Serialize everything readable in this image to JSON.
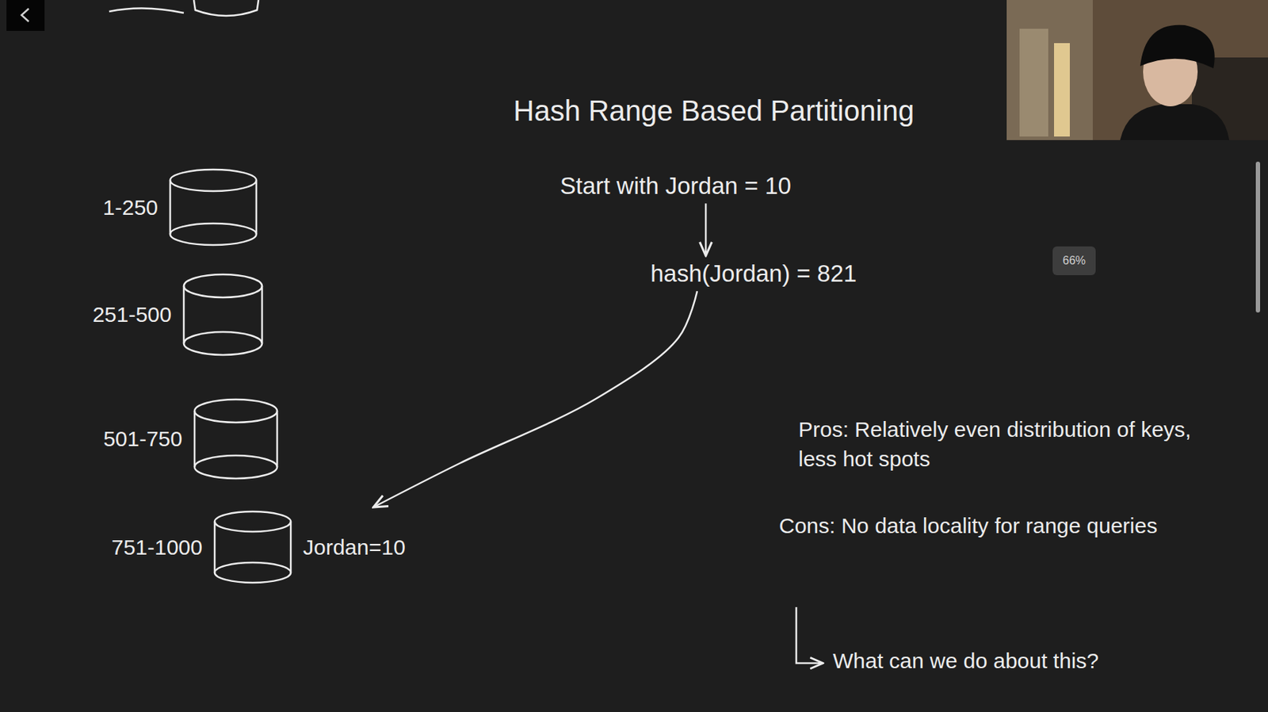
{
  "diagram": {
    "title": "Hash Range Based Partitioning",
    "nodes": [
      {
        "text": [
          "1-250"
        ]
      },
      {
        "text": [
          "251-500"
        ]
      },
      {
        "text": [
          "501-750"
        ]
      },
      {
        "text": [
          "751-1000",
          "Jordan=10"
        ]
      },
      {
        "text": [
          "Start with Jordan = 10"
        ]
      },
      {
        "text": [
          "hash(Jordan) = 821"
        ]
      },
      {
        "text": [
          "66%"
        ]
      }
    ],
    "edges": [
      {
        "from": 4,
        "to": 5,
        "arrow": "to"
      },
      {
        "from": 5,
        "to": 3,
        "arrow": "to"
      }
    ],
    "labels": [
      "Pros: Relatively even distribution of keys, less hot spots",
      "Cons: No data locality for range queries",
      "What can we do about this?"
    ]
  }
}
